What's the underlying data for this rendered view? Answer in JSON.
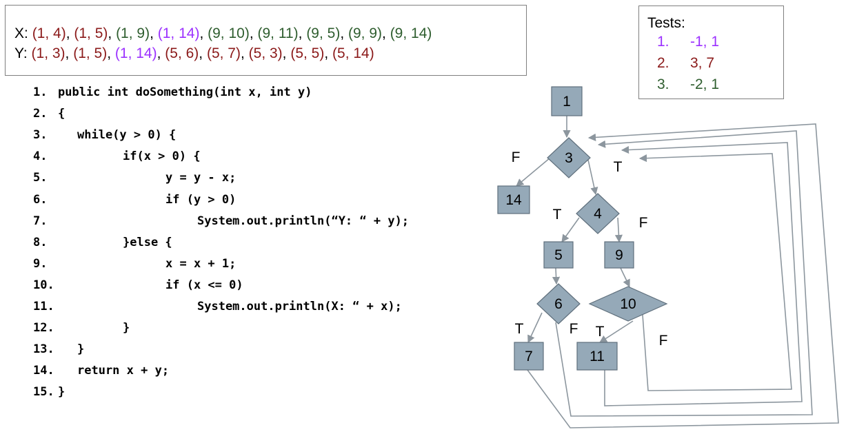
{
  "coverage": {
    "x_label": "X:",
    "y_label": "Y:",
    "x_pairs": [
      {
        "text": "(1, 4)",
        "color": "#8b1a1a"
      },
      {
        "text": "(1, 5)",
        "color": "#8b1a1a"
      },
      {
        "text": "(1, 9)",
        "color": "#2e5d2e"
      },
      {
        "text": "(1, 14)",
        "color": "#9b30ff"
      },
      {
        "text": "(9, 10)",
        "color": "#2e5d2e"
      },
      {
        "text": "(9, 11)",
        "color": "#2e5d2e"
      },
      {
        "text": "(9, 5)",
        "color": "#2e5d2e"
      },
      {
        "text": "(9, 9)",
        "color": "#2e5d2e"
      },
      {
        "text": "(9, 14)",
        "color": "#2e5d2e"
      }
    ],
    "y_pairs": [
      {
        "text": "(1, 3)",
        "color": "#8b1a1a"
      },
      {
        "text": "(1, 5)",
        "color": "#8b1a1a"
      },
      {
        "text": "(1, 14)",
        "color": "#9b30ff"
      },
      {
        "text": "(5, 6)",
        "color": "#8b1a1a"
      },
      {
        "text": "(5, 7)",
        "color": "#8b1a1a"
      },
      {
        "text": "(5, 3)",
        "color": "#8b1a1a"
      },
      {
        "text": "(5, 5)",
        "color": "#8b1a1a"
      },
      {
        "text": "(5, 14)",
        "color": "#8b1a1a"
      }
    ]
  },
  "tests": {
    "title": "Tests:",
    "items": [
      {
        "num": "1.",
        "value": "-1, 1",
        "color": "#9b30ff"
      },
      {
        "num": "2.",
        "value": "3, 7",
        "color": "#8b1a1a"
      },
      {
        "num": "3.",
        "value": "-2, 1",
        "color": "#2e5d2e"
      }
    ]
  },
  "code": {
    "lines": [
      {
        "num": "1.",
        "indent": 0,
        "text": "public int doSomething(int x, int y)"
      },
      {
        "num": "2.",
        "indent": 0,
        "text": "{"
      },
      {
        "num": "3.",
        "indent": 1,
        "text": "while(y > 0) {"
      },
      {
        "num": "4.",
        "indent": 2,
        "text": "if(x > 0) {"
      },
      {
        "num": "5.",
        "indent": 3,
        "text": "y = y - x;"
      },
      {
        "num": "6.",
        "indent": 3,
        "text": "if (y > 0)"
      },
      {
        "num": "7.",
        "indent": 4,
        "text": "System.out.println(“Y: “ + y);"
      },
      {
        "num": "8.",
        "indent": 2,
        "text": "}else {"
      },
      {
        "num": "9.",
        "indent": 3,
        "text": "x = x + 1;"
      },
      {
        "num": "10.",
        "indent": 3,
        "text": "if (x <= 0)"
      },
      {
        "num": "11.",
        "indent": 4,
        "text": "System.out.println(X: “ + x);"
      },
      {
        "num": "12.",
        "indent": 2,
        "text": "}"
      },
      {
        "num": "13.",
        "indent": 1,
        "text": "}"
      },
      {
        "num": "14.",
        "indent": 1,
        "text": "return x + y;"
      },
      {
        "num": "15.",
        "indent": 0,
        "text": "}"
      }
    ]
  },
  "graph": {
    "node_fill": "#95a9b8",
    "node_stroke": "#5f6f7c",
    "edge_color": "#8c969e",
    "nodes": [
      {
        "id": "1",
        "label": "1",
        "shape": "rect"
      },
      {
        "id": "3",
        "label": "3",
        "shape": "diamond"
      },
      {
        "id": "14",
        "label": "14",
        "shape": "rect"
      },
      {
        "id": "4",
        "label": "4",
        "shape": "diamond"
      },
      {
        "id": "5",
        "label": "5",
        "shape": "rect"
      },
      {
        "id": "9",
        "label": "9",
        "shape": "rect"
      },
      {
        "id": "6",
        "label": "6",
        "shape": "diamond"
      },
      {
        "id": "10",
        "label": "10",
        "shape": "diamond"
      },
      {
        "id": "7",
        "label": "7",
        "shape": "rect"
      },
      {
        "id": "11",
        "label": "11",
        "shape": "rect"
      }
    ],
    "edges": [
      {
        "from": "1",
        "to": "3",
        "label": ""
      },
      {
        "from": "3",
        "to": "14",
        "label": "F"
      },
      {
        "from": "3",
        "to": "4",
        "label": "T"
      },
      {
        "from": "4",
        "to": "5",
        "label": "T"
      },
      {
        "from": "4",
        "to": "9",
        "label": "F"
      },
      {
        "from": "5",
        "to": "6",
        "label": ""
      },
      {
        "from": "9",
        "to": "10",
        "label": ""
      },
      {
        "from": "6",
        "to": "7",
        "label": "T"
      },
      {
        "from": "6",
        "to": "3",
        "label": "F"
      },
      {
        "from": "10",
        "to": "11",
        "label": "T"
      },
      {
        "from": "10",
        "to": "3",
        "label": "F"
      },
      {
        "from": "7",
        "to": "3",
        "label": ""
      },
      {
        "from": "11",
        "to": "3",
        "label": ""
      }
    ]
  }
}
